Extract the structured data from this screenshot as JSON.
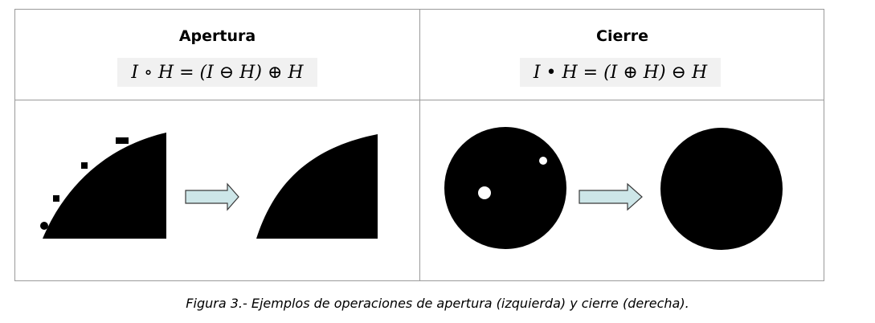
{
  "apertura": {
    "title": "Apertura",
    "formula": "I ∘ H = (I ⊖ H) ⊕ H"
  },
  "cierre": {
    "title": "Cierre",
    "formula": "I • H = (I ⊕ H) ⊖ H"
  },
  "caption": "Figura 3.- Ejemplos de operaciones de apertura (izquierda) y cierre (derecha).",
  "colors": {
    "border": "#9a9a9a",
    "shape": "#000000",
    "arrow_fill": "#cde6e8",
    "arrow_stroke": "#3a3a3a",
    "formula_bg": "#f1f1f1"
  }
}
